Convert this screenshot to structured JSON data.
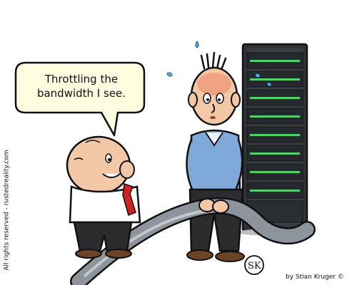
{
  "speech_bubble": {
    "text": "Throttling the bandwidth I see."
  },
  "copyright_side": {
    "text": "All rights reserved - rustedreality.com"
  },
  "credit": {
    "text": "by Stian Kruger ©"
  },
  "signature_mark": {
    "text": "SK"
  },
  "colors": {
    "shirt_blue": "#7fa9d8",
    "tie_red": "#d4201f",
    "rack_gray": "#2f3236",
    "led_green": "#4fd06a",
    "skin": "#f3c8a6",
    "hose_gray": "#8e949c"
  }
}
